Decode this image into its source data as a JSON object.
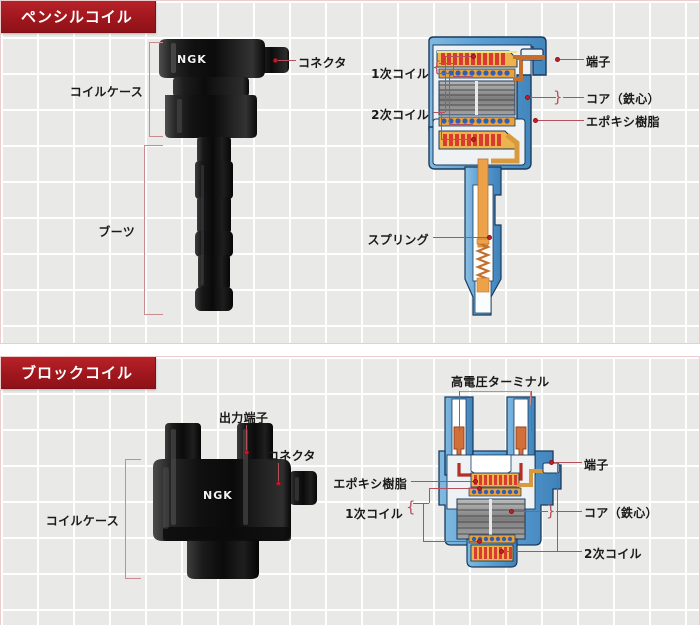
{
  "page": {
    "background_color": "#ffffff",
    "grid_color": "#e9e9e7",
    "grid_line_color": "#ffffff",
    "accent_color": "#a8171d",
    "leader_color": "#b5515c"
  },
  "sections": [
    {
      "id": "pencil",
      "badge": "ペンシルコイル",
      "photo_labels": [
        {
          "id": "coil-case",
          "text": "コイルケース"
        },
        {
          "id": "boot",
          "text": "ブーツ"
        },
        {
          "id": "connector",
          "text": "コネクタ"
        }
      ],
      "photo_brand": "NGK",
      "cutaway_labels": [
        {
          "id": "primary-coil",
          "text": "1次コイル"
        },
        {
          "id": "secondary-coil",
          "text": "2次コイル"
        },
        {
          "id": "spring",
          "text": "スプリング"
        },
        {
          "id": "terminal",
          "text": "端子"
        },
        {
          "id": "core",
          "text": "コア（鉄心）"
        },
        {
          "id": "epoxy-resin",
          "text": "エポキシ樹脂"
        }
      ]
    },
    {
      "id": "block",
      "badge": "ブロックコイル",
      "photo_labels": [
        {
          "id": "output-terminal",
          "text": "出力端子"
        },
        {
          "id": "connector",
          "text": "コネクタ"
        },
        {
          "id": "coil-case",
          "text": "コイルケース"
        }
      ],
      "photo_brand": "NGK",
      "cutaway_labels": [
        {
          "id": "high-voltage-terminal",
          "text": "高電圧ターミナル"
        },
        {
          "id": "epoxy-resin",
          "text": "エポキシ樹脂"
        },
        {
          "id": "primary-coil",
          "text": "1次コイル"
        },
        {
          "id": "terminal",
          "text": "端子"
        },
        {
          "id": "core",
          "text": "コア（鉄心）"
        },
        {
          "id": "secondary-coil",
          "text": "2次コイル"
        }
      ]
    }
  ],
  "palette": {
    "case_blue": "#5a9fd4",
    "case_blue_light": "#9fcbe8",
    "resin_white": "#e9eef2",
    "core_gray": "#8a8a8a",
    "bobbin_orange": "#e9a13b",
    "winding_red": "#d93b30",
    "winding_blue": "#2f5fb5",
    "copper": "#c4702c",
    "outline": "#1b3a5c"
  }
}
